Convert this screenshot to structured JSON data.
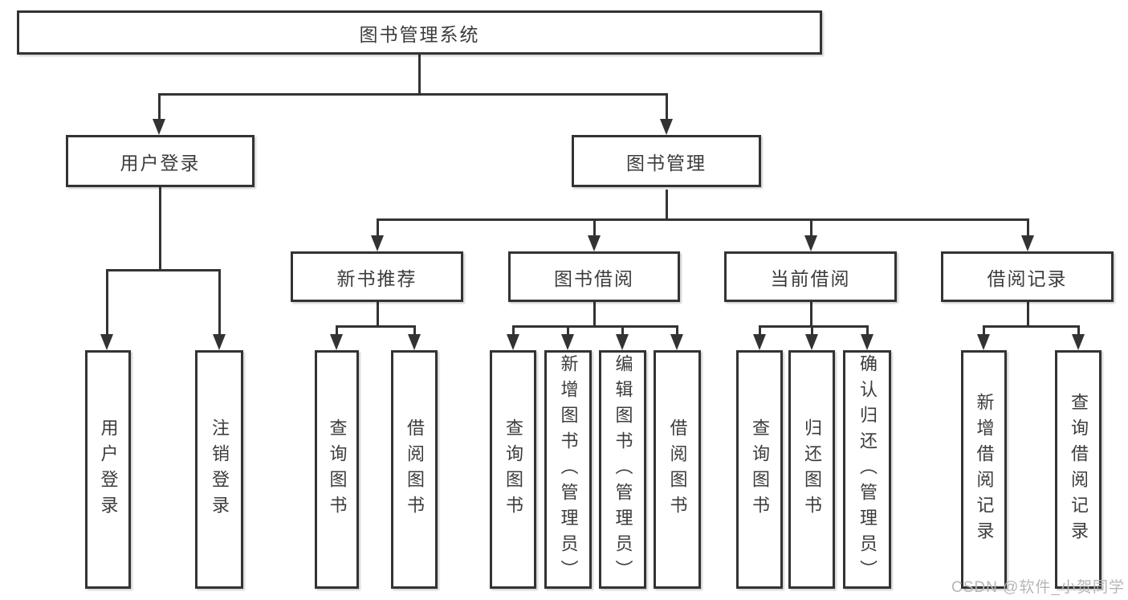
{
  "diagram": {
    "root": {
      "label": "图书管理系统"
    },
    "level2": [
      {
        "label": "用户登录"
      },
      {
        "label": "图书管理"
      }
    ],
    "level3": [
      {
        "label": "新书推荐",
        "parent": "图书管理"
      },
      {
        "label": "图书借阅",
        "parent": "图书管理"
      },
      {
        "label": "当前借阅",
        "parent": "图书管理"
      },
      {
        "label": "借阅记录",
        "parent": "图书管理"
      }
    ],
    "level4": [
      {
        "label": "用户登录",
        "parent": "用户登录"
      },
      {
        "label": "注销登录",
        "parent": "用户登录"
      },
      {
        "label": "查询图书",
        "parent": "新书推荐"
      },
      {
        "label": "借阅图书",
        "parent": "新书推荐"
      },
      {
        "label": "查询图书",
        "parent": "图书借阅"
      },
      {
        "label": "新增图书（管理员）",
        "parent": "图书借阅"
      },
      {
        "label": "编辑图书（管理员）",
        "parent": "图书借阅"
      },
      {
        "label": "借阅图书",
        "parent": "图书借阅"
      },
      {
        "label": "查询图书",
        "parent": "当前借阅"
      },
      {
        "label": "归还图书",
        "parent": "当前借阅"
      },
      {
        "label": "确认归还（管理员）",
        "parent": "当前借阅"
      },
      {
        "label": "新增借阅记录",
        "parent": "借阅记录"
      },
      {
        "label": "查询借阅记录",
        "parent": "借阅记录"
      }
    ]
  },
  "watermark": {
    "text": "CSDN @软件_小贺同学"
  },
  "colors": {
    "line": "#333333",
    "text": "#3c3c3c",
    "watermark": "#b6b6ba",
    "background": "#ffffff"
  }
}
